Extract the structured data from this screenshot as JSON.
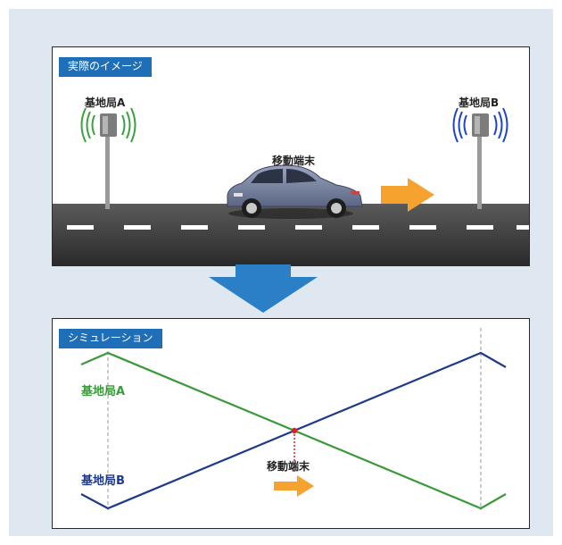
{
  "top_panel": {
    "tag": "実際のイメージ",
    "station_a": "基地局A",
    "station_b": "基地局B",
    "terminal": "移動端末"
  },
  "bottom_panel": {
    "tag": "シミュレーション",
    "station_a": "基地局A",
    "station_b": "基地局B",
    "terminal": "移動端末"
  },
  "colors": {
    "background": "#dfe8f0",
    "tag": "#1e6fb8",
    "station_a": "#3a9a3a",
    "station_b": "#1f3a8a",
    "arrow": "#f5a32e",
    "road": "#3d3d3d",
    "crossing_marker": "#e02020"
  }
}
